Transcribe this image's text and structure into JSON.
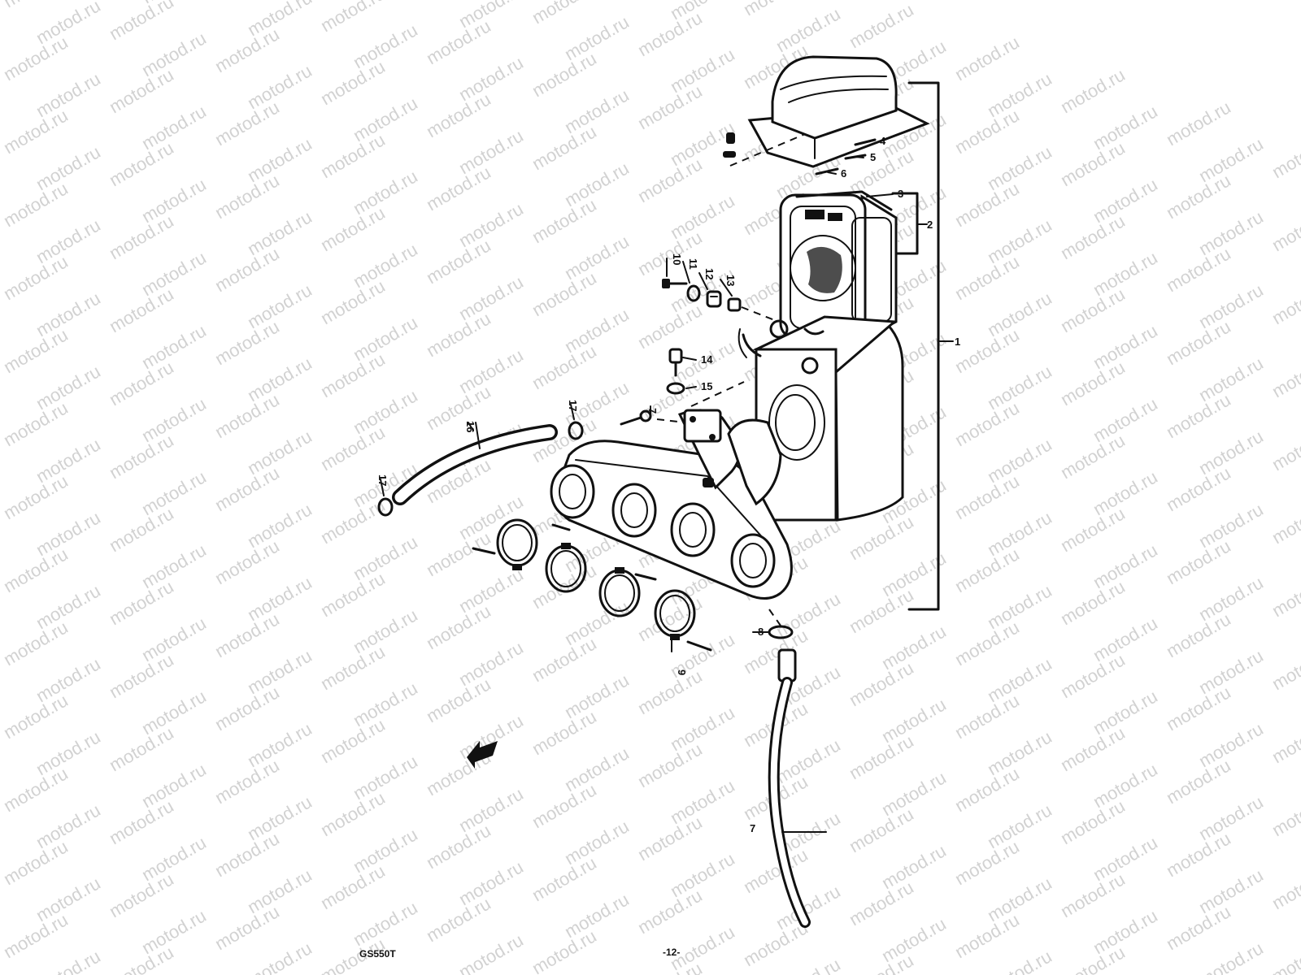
{
  "watermark": "motod.ru",
  "model_code": "GS550T",
  "page_number": "-12-",
  "callouts": [
    {
      "id": "1",
      "label": "1"
    },
    {
      "id": "2",
      "label": "2"
    },
    {
      "id": "3",
      "label": "3"
    },
    {
      "id": "4",
      "label": "4"
    },
    {
      "id": "5",
      "label": "5"
    },
    {
      "id": "6",
      "label": "6"
    },
    {
      "id": "7",
      "label": "7"
    },
    {
      "id": "7b",
      "label": "7"
    },
    {
      "id": "8",
      "label": "8"
    },
    {
      "id": "9",
      "label": "9"
    },
    {
      "id": "10",
      "label": "10"
    },
    {
      "id": "11",
      "label": "11"
    },
    {
      "id": "12",
      "label": "12"
    },
    {
      "id": "13",
      "label": "13"
    },
    {
      "id": "14",
      "label": "14"
    },
    {
      "id": "15",
      "label": "15"
    },
    {
      "id": "16",
      "label": "16"
    },
    {
      "id": "17a",
      "label": "17"
    },
    {
      "id": "17b",
      "label": "17"
    }
  ]
}
